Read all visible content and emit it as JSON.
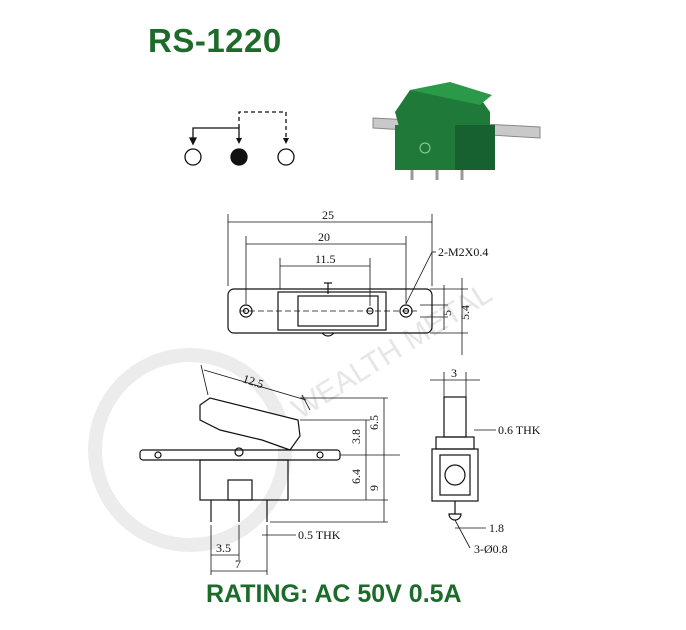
{
  "title": "RS-1220",
  "rating": "RATING: AC 50V 0.5A",
  "watermark": "WEALTH METAL",
  "colors": {
    "brand_green": "#1c6b2a",
    "switch_green": "#1f7a3a",
    "line": "#111111"
  },
  "top_view": {
    "dim_overall": "25",
    "dim_hole_pitch": "20",
    "dim_slide": "11.5",
    "dim_mount_hole": "2-M2X0.4",
    "dim_hole_row": "5",
    "dim_width": "5.4"
  },
  "side_view": {
    "dim_lever": "12.5",
    "dim_lever_height": "3.8",
    "dim_top_height": "6.5",
    "dim_body": "6.4",
    "dim_total": "9",
    "dim_thk": "0.5 THK",
    "dim_pin_pitch": "3.5",
    "dim_pin_span": "7"
  },
  "end_view": {
    "dim_lever_width": "3",
    "dim_thk": "0.6 THK",
    "dim_pin_width": "1.8",
    "dim_pin_hole": "3-Ø0.8"
  }
}
